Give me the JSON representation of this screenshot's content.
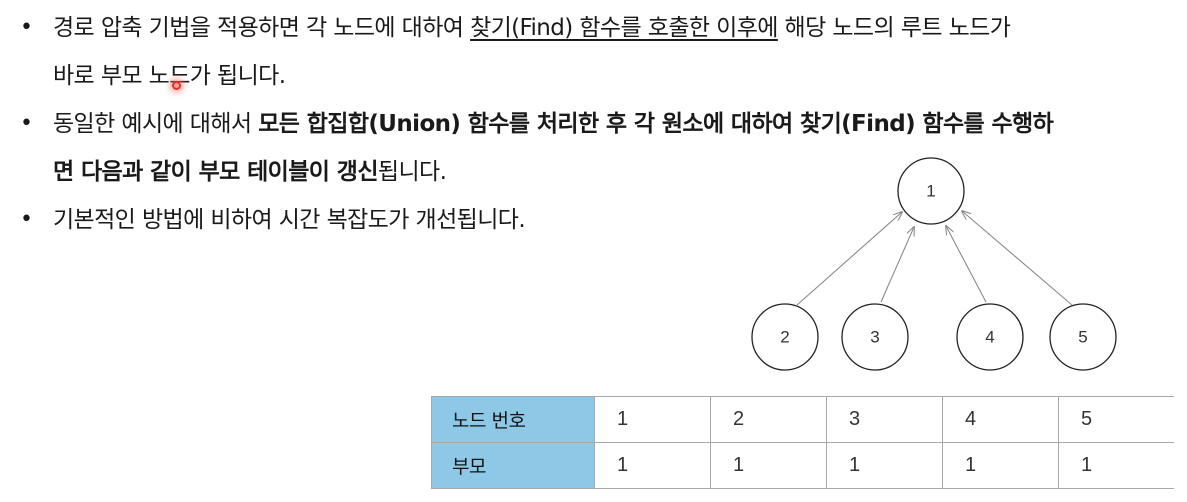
{
  "bullets": [
    {
      "line1_pre": "경로 압축 기법을 적용하면 각 노드에 대하여 ",
      "line1_underline": "찾기(Find) 함수를 호출한 이후에",
      "line1_post": " 해당 노드의 루트 노드가",
      "line2": "바로 부모 노드가 됩니다."
    },
    {
      "line1_pre": "동일한 예시에 대해서 ",
      "line1_bold": "모든 합집합(Union) 함수를 처리한 후 각 원소에 대하여 찾기(Find) 함수를 수행하",
      "line2_bold": "면 다음과 같이 부모 테이블이 갱신",
      "line2_post": "됩니다."
    },
    {
      "text": "기본적인 방법에 비하여 시간 복잡도가 개선됩니다."
    }
  ],
  "bullet_symbol": "•",
  "tree": {
    "root": "1",
    "children": [
      "2",
      "3",
      "4",
      "5"
    ]
  },
  "table": {
    "header_label": "노드 번호",
    "parent_label": "부모",
    "nodes": [
      "1",
      "2",
      "3",
      "4",
      "5"
    ],
    "parents": [
      "1",
      "1",
      "1",
      "1",
      "1"
    ],
    "header_color": "#8dc9e6"
  },
  "cursor_color": "#e8312b"
}
